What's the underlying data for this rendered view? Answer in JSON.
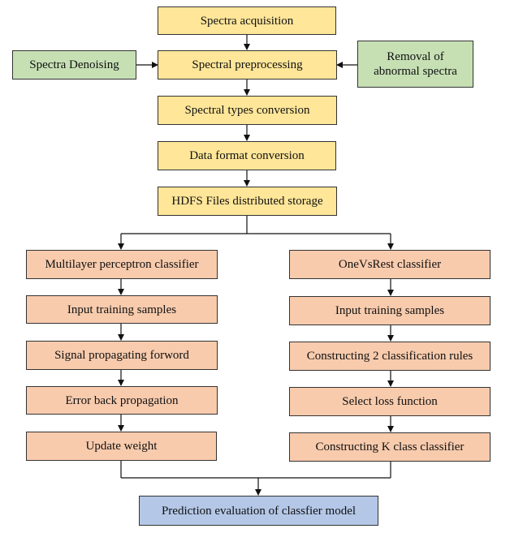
{
  "colors": {
    "yellow": "#ffe699",
    "green": "#c6e0b4",
    "salmon": "#f8cbad",
    "blue": "#b4c7e7",
    "stroke": "#333333"
  },
  "top": {
    "spectra_acquisition": "Spectra acquisition",
    "spectral_preprocessing": "Spectral preprocessing",
    "spectra_denoising": "Spectra Denoising",
    "removal_line1": "Removal of",
    "removal_line2": "abnormal spectra",
    "spectral_types_conversion": "Spectral types conversion",
    "data_format_conversion": "Data format conversion",
    "hdfs_storage": "HDFS Files distributed storage"
  },
  "left_branch": [
    "Multilayer perceptron classifier",
    "Input training samples",
    "Signal propagating forword",
    "Error back propagation",
    "Update weight"
  ],
  "right_branch": [
    "OneVsRest classifier",
    "Input training samples",
    "Constructing 2 classification rules",
    "Select loss function",
    "Constructing K class classifier"
  ],
  "bottom": {
    "prediction": "Prediction evaluation of classfier model"
  }
}
